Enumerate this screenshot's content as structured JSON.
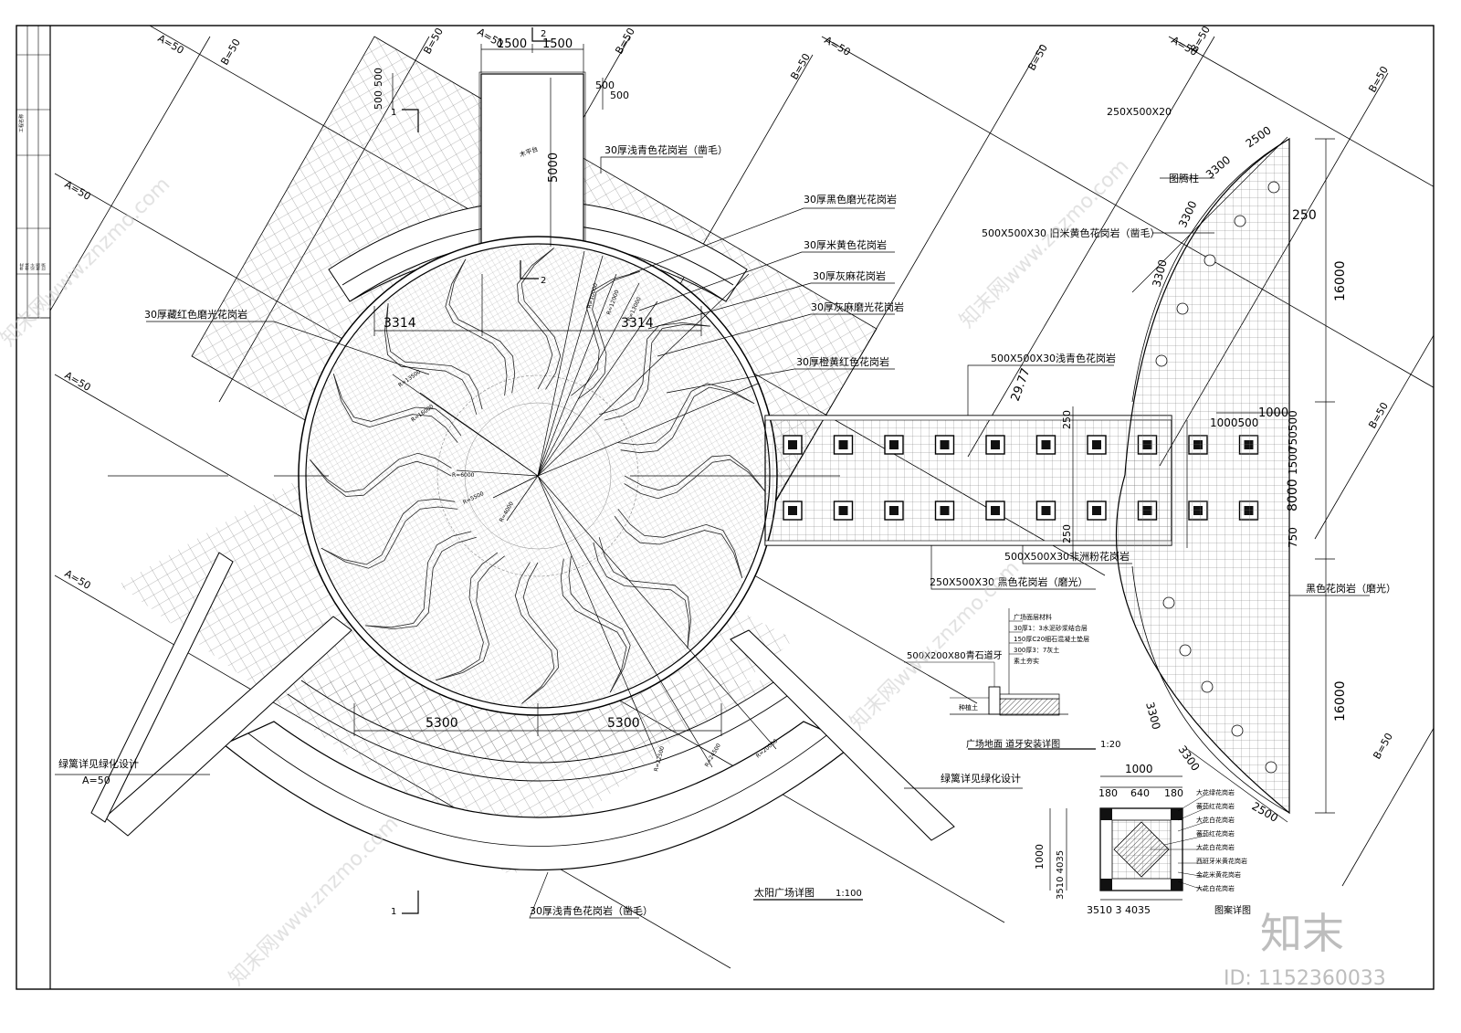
{
  "title_block": {
    "rows": [
      "工程名称",
      "审定",
      "审核",
      "设计",
      "制图",
      "比例",
      "日期",
      "图号",
      "子项"
    ]
  },
  "plan": {
    "top_dims": [
      "1500",
      "1500"
    ],
    "side_dims": [
      "500",
      "500"
    ],
    "side_dims_right": [
      "500",
      "500"
    ],
    "dim_5000": "5000",
    "dim_3314_left": "3314",
    "dim_3314_right": "3314",
    "dim_5300_left": "5300",
    "dim_5300_right": "5300",
    "section_mark_1_top": "1",
    "section_mark_1_bottom": "1",
    "section_mark_2_top": "2",
    "section_mark_2_mid": "2",
    "mu_ping_tai": "木平台",
    "radius_labels": [
      "R=13500",
      "R=16000",
      "R=6000",
      "R=5500",
      "R=4000",
      "R=10000",
      "R=12000",
      "R=13000",
      "R=22500",
      "R=24500",
      "R=20000"
    ]
  },
  "grid_labels": {
    "a50": "A=50",
    "b50": "B=50"
  },
  "material_callouts": [
    "30厚浅青色花岗岩（凿毛）",
    "30厚黑色磨光花岗岩",
    "30厚米黄色花岗岩",
    "30厚灰麻花岗岩",
    "30厚灰麻磨光花岗岩",
    "30厚橙黄红色花岗岩",
    "30厚藏红色磨光花岗岩",
    "500X500X30浅青色花岗岩",
    "500X500X30非洲粉花岗岩",
    "250X500X30 黑色花岗岩（磨光）",
    "500X500X30 旧米黄色花岗岩（凿毛）",
    "250X500X20",
    "图腾柱",
    "黑色花岗岩（磨光）",
    "绿篱详见绿化设计",
    "绿篱详见绿化设计",
    "30厚浅青色花岗岩（凿毛）"
  ],
  "right_dims": {
    "d2500_top": "2500",
    "d3300_a": "3300",
    "d3300_b": "3300",
    "d3300_c": "3300",
    "d250": "250",
    "d16000_top": "16000",
    "d16000_bottom": "16000",
    "d1000": "1000",
    "d1000_500": "1000500",
    "d8000": "8000",
    "d750_500": "750500",
    "d1500": "1500",
    "d750": "750",
    "d3300_d": "3300",
    "d3300_e": "3300",
    "d2500_bottom": "2500",
    "d29_77": "29.77",
    "d250_walk_top": "250",
    "d250_walk_bottom": "250"
  },
  "curb_detail": {
    "layers_title": "广场面层材料",
    "layers": [
      "30厚1：3水泥砂浆结合层",
      "150厚C20细石混凝土垫层",
      "300厚3：7灰土",
      "素土夯实"
    ],
    "curb_label": "500X200X80青石道牙",
    "soil_label": "种植土",
    "title": "广场地面    道牙安装详图",
    "scale": "1:20"
  },
  "pattern_detail": {
    "width_total": "1000",
    "dims_top": [
      "180",
      "640",
      "180"
    ],
    "height_label": "1000",
    "vertical_dims": "3510 4035",
    "bottom_dims": "3510 3 4035",
    "legend": [
      "大花绿花岗岩",
      "蕃茄红花岗岩",
      "大花白花岗岩",
      "蕃茄红花岗岩",
      "大花白花岗岩",
      "西班牙米黄花岗岩",
      "金花米黄花岗岩",
      "大花白花岗岩"
    ],
    "title": "图案详图"
  },
  "main_title": {
    "text": "太阳广场详图",
    "scale": "1:100"
  },
  "brand": {
    "logo": "知末",
    "id": "ID: 1152360033",
    "watermark": "知末网www.znzmo.com"
  }
}
